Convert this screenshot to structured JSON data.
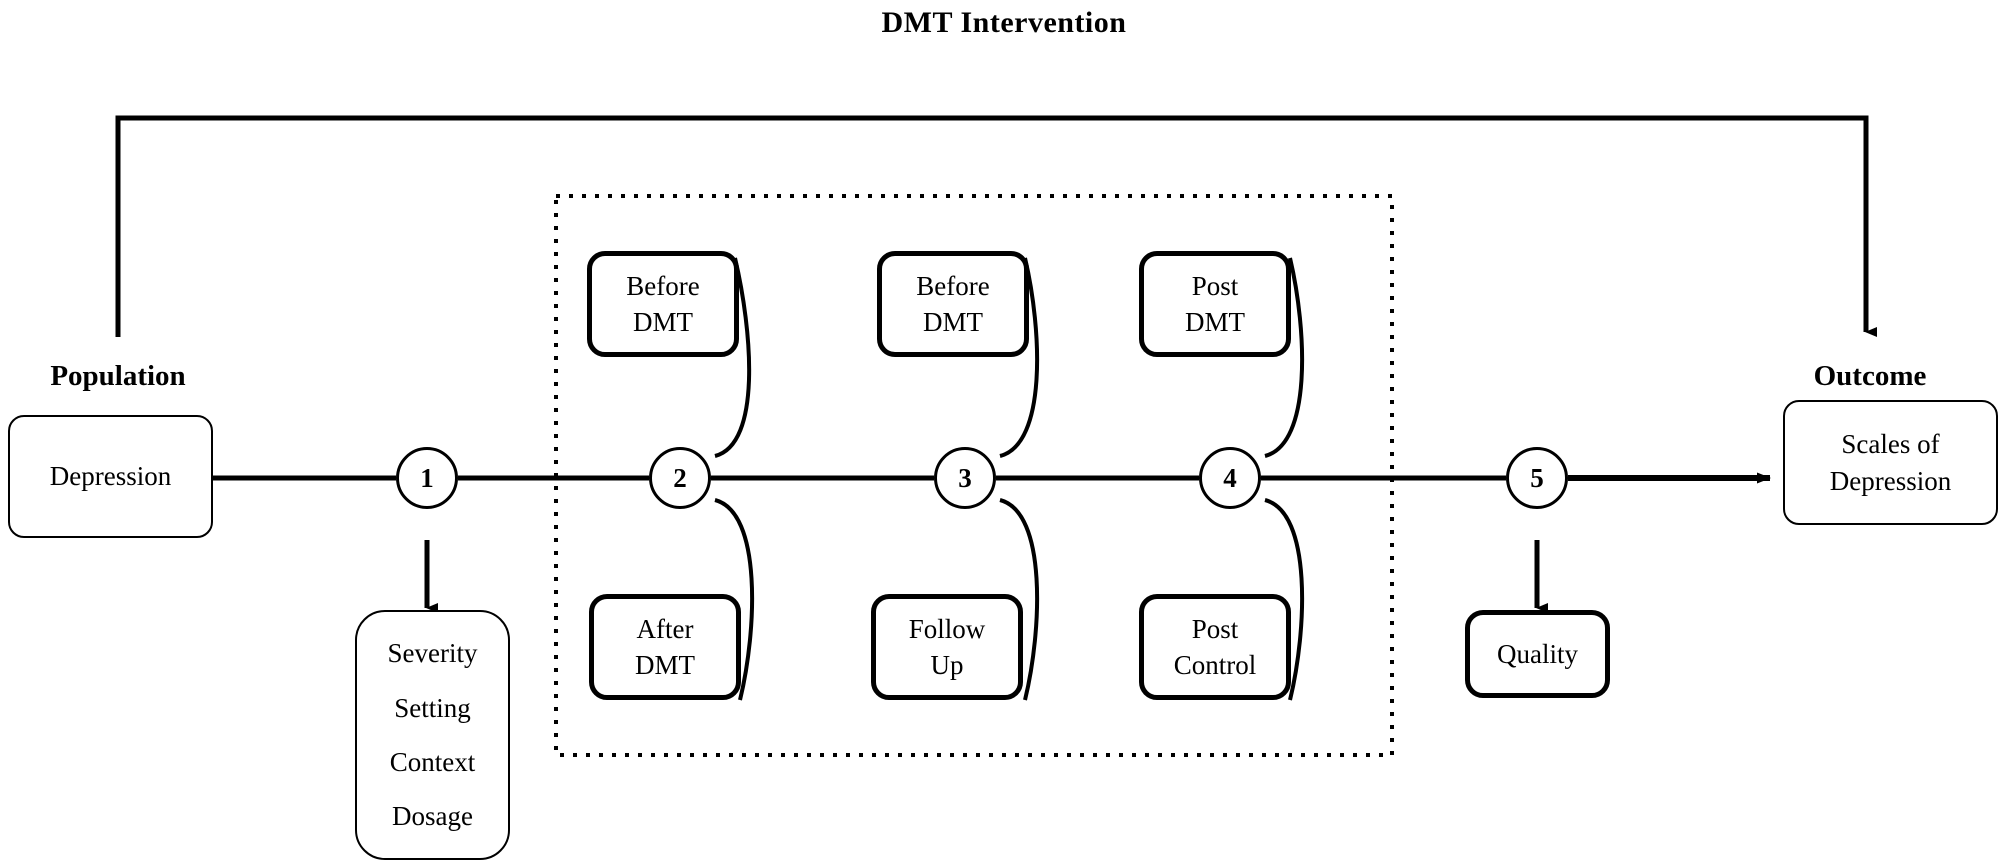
{
  "title": "DMT Intervention",
  "sections": {
    "population": {
      "label": "Population"
    },
    "outcome": {
      "label": "Outcome"
    }
  },
  "boxes": {
    "depression": {
      "label": "Depression"
    },
    "scales_of_depression": {
      "line1": "Scales of",
      "line2": "Depression"
    },
    "attributes": {
      "items": [
        "Severity",
        "Setting",
        "Context",
        "Dosage"
      ],
      "item0": "Severity",
      "item1": "Setting",
      "item2": "Context",
      "item3": "Dosage"
    },
    "node2_top": {
      "line1": "Before",
      "line2": "DMT"
    },
    "node2_bottom": {
      "line1": "After",
      "line2": "DMT"
    },
    "node3_top": {
      "line1": "Before",
      "line2": "DMT"
    },
    "node3_bottom": {
      "line1": "Follow",
      "line2": "Up"
    },
    "node4_top": {
      "line1": "Post",
      "line2": "DMT"
    },
    "node4_bottom": {
      "line1": "Post",
      "line2": "Control"
    },
    "quality": {
      "label": "Quality"
    }
  },
  "nodes": [
    {
      "id": "node-1",
      "label": "1"
    },
    {
      "id": "node-2",
      "label": "2"
    },
    {
      "id": "node-3",
      "label": "3"
    },
    {
      "id": "node-4",
      "label": "4"
    },
    {
      "id": "node-5",
      "label": "5"
    }
  ],
  "node_labels": {
    "n1": "1",
    "n2": "2",
    "n3": "3",
    "n4": "4",
    "n5": "5"
  },
  "colors": {
    "stroke": "#000000",
    "background": "#ffffff"
  }
}
